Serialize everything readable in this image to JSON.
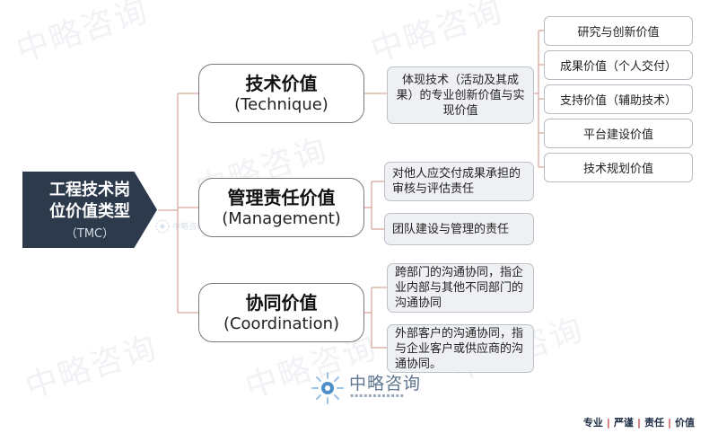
{
  "watermark": {
    "text": "中略咨询"
  },
  "root": {
    "title_line1": "工程技术岗",
    "title_line2": "位价值类型",
    "subtitle": "（TMC）"
  },
  "categories": [
    {
      "cn": "技术价值",
      "en": "(Technique)"
    },
    {
      "cn": "管理责任价值",
      "en": "(Management)"
    },
    {
      "cn": "协同价值",
      "en": "(Coordination)"
    }
  ],
  "technique": {
    "description": "体现技术（活动及其成果）的专业创新价值与实现价值",
    "items": [
      "研究与创新价值",
      "成果价值（个人交付）",
      "支持价值（辅助技术）",
      "平台建设价值",
      "技术规划价值"
    ]
  },
  "management": {
    "items": [
      "对他人应交付成果承担的审核与评估责任",
      "团队建设与管理的责任"
    ]
  },
  "coordination": {
    "items": [
      "跨部门的沟通协同，指企业内部与其他不同部门的沟通协同",
      "外部客户的沟通协同，指与企业客户或供应商的沟通协同。"
    ]
  },
  "logo": {
    "name": "中略咨询"
  },
  "slogan": [
    "专业",
    "严谨",
    "责任",
    "价值"
  ],
  "colors": {
    "root_bg": "#2c3a4c",
    "connector": "#d9a89c",
    "desc_bg": "#eef0f3"
  }
}
